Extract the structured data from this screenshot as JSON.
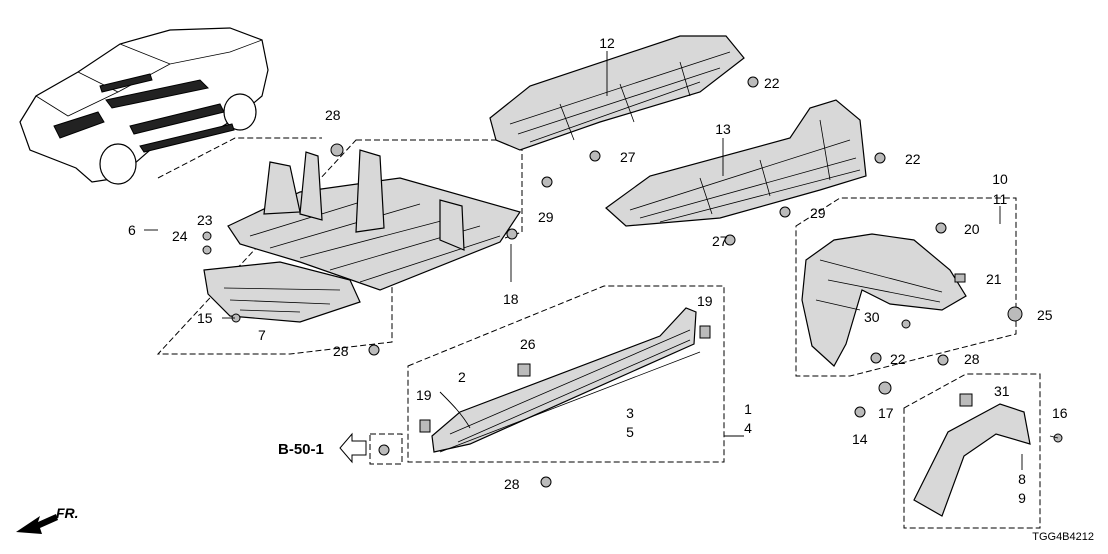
{
  "diagram": {
    "code": "TGG4B4212",
    "reference": {
      "label": "B-50-1"
    },
    "front_marker": {
      "label": "FR."
    },
    "callouts": [
      {
        "id": "c12",
        "text": "12"
      },
      {
        "id": "c22a",
        "text": "22"
      },
      {
        "id": "c22b",
        "text": "22"
      },
      {
        "id": "c27a",
        "text": "27"
      },
      {
        "id": "c27b",
        "text": "27"
      },
      {
        "id": "c29a",
        "text": "29"
      },
      {
        "id": "c29b",
        "text": "29"
      },
      {
        "id": "c13",
        "text": "13"
      },
      {
        "id": "c10",
        "text": "10"
      },
      {
        "id": "c11",
        "text": "11"
      },
      {
        "id": "c28a",
        "text": "28"
      },
      {
        "id": "c28b",
        "text": "28"
      },
      {
        "id": "c28c",
        "text": "28"
      },
      {
        "id": "c28d",
        "text": "28"
      },
      {
        "id": "c6",
        "text": "6"
      },
      {
        "id": "c23",
        "text": "23"
      },
      {
        "id": "c24",
        "text": "24"
      },
      {
        "id": "c15",
        "text": "15"
      },
      {
        "id": "c7",
        "text": "7"
      },
      {
        "id": "c18",
        "text": "18"
      },
      {
        "id": "c20",
        "text": "20"
      },
      {
        "id": "c21",
        "text": "21"
      },
      {
        "id": "c25",
        "text": "25"
      },
      {
        "id": "c30",
        "text": "30"
      },
      {
        "id": "c22c",
        "text": "22"
      },
      {
        "id": "c17",
        "text": "17"
      },
      {
        "id": "c14",
        "text": "14"
      },
      {
        "id": "c31",
        "text": "31"
      },
      {
        "id": "c16",
        "text": "16"
      },
      {
        "id": "c8",
        "text": "8"
      },
      {
        "id": "c9",
        "text": "9"
      },
      {
        "id": "c19a",
        "text": "19"
      },
      {
        "id": "c19b",
        "text": "19"
      },
      {
        "id": "c26",
        "text": "26"
      },
      {
        "id": "c2",
        "text": "2"
      },
      {
        "id": "c3",
        "text": "3"
      },
      {
        "id": "c5",
        "text": "5"
      },
      {
        "id": "c1",
        "text": "1"
      },
      {
        "id": "c4",
        "text": "4"
      }
    ]
  }
}
